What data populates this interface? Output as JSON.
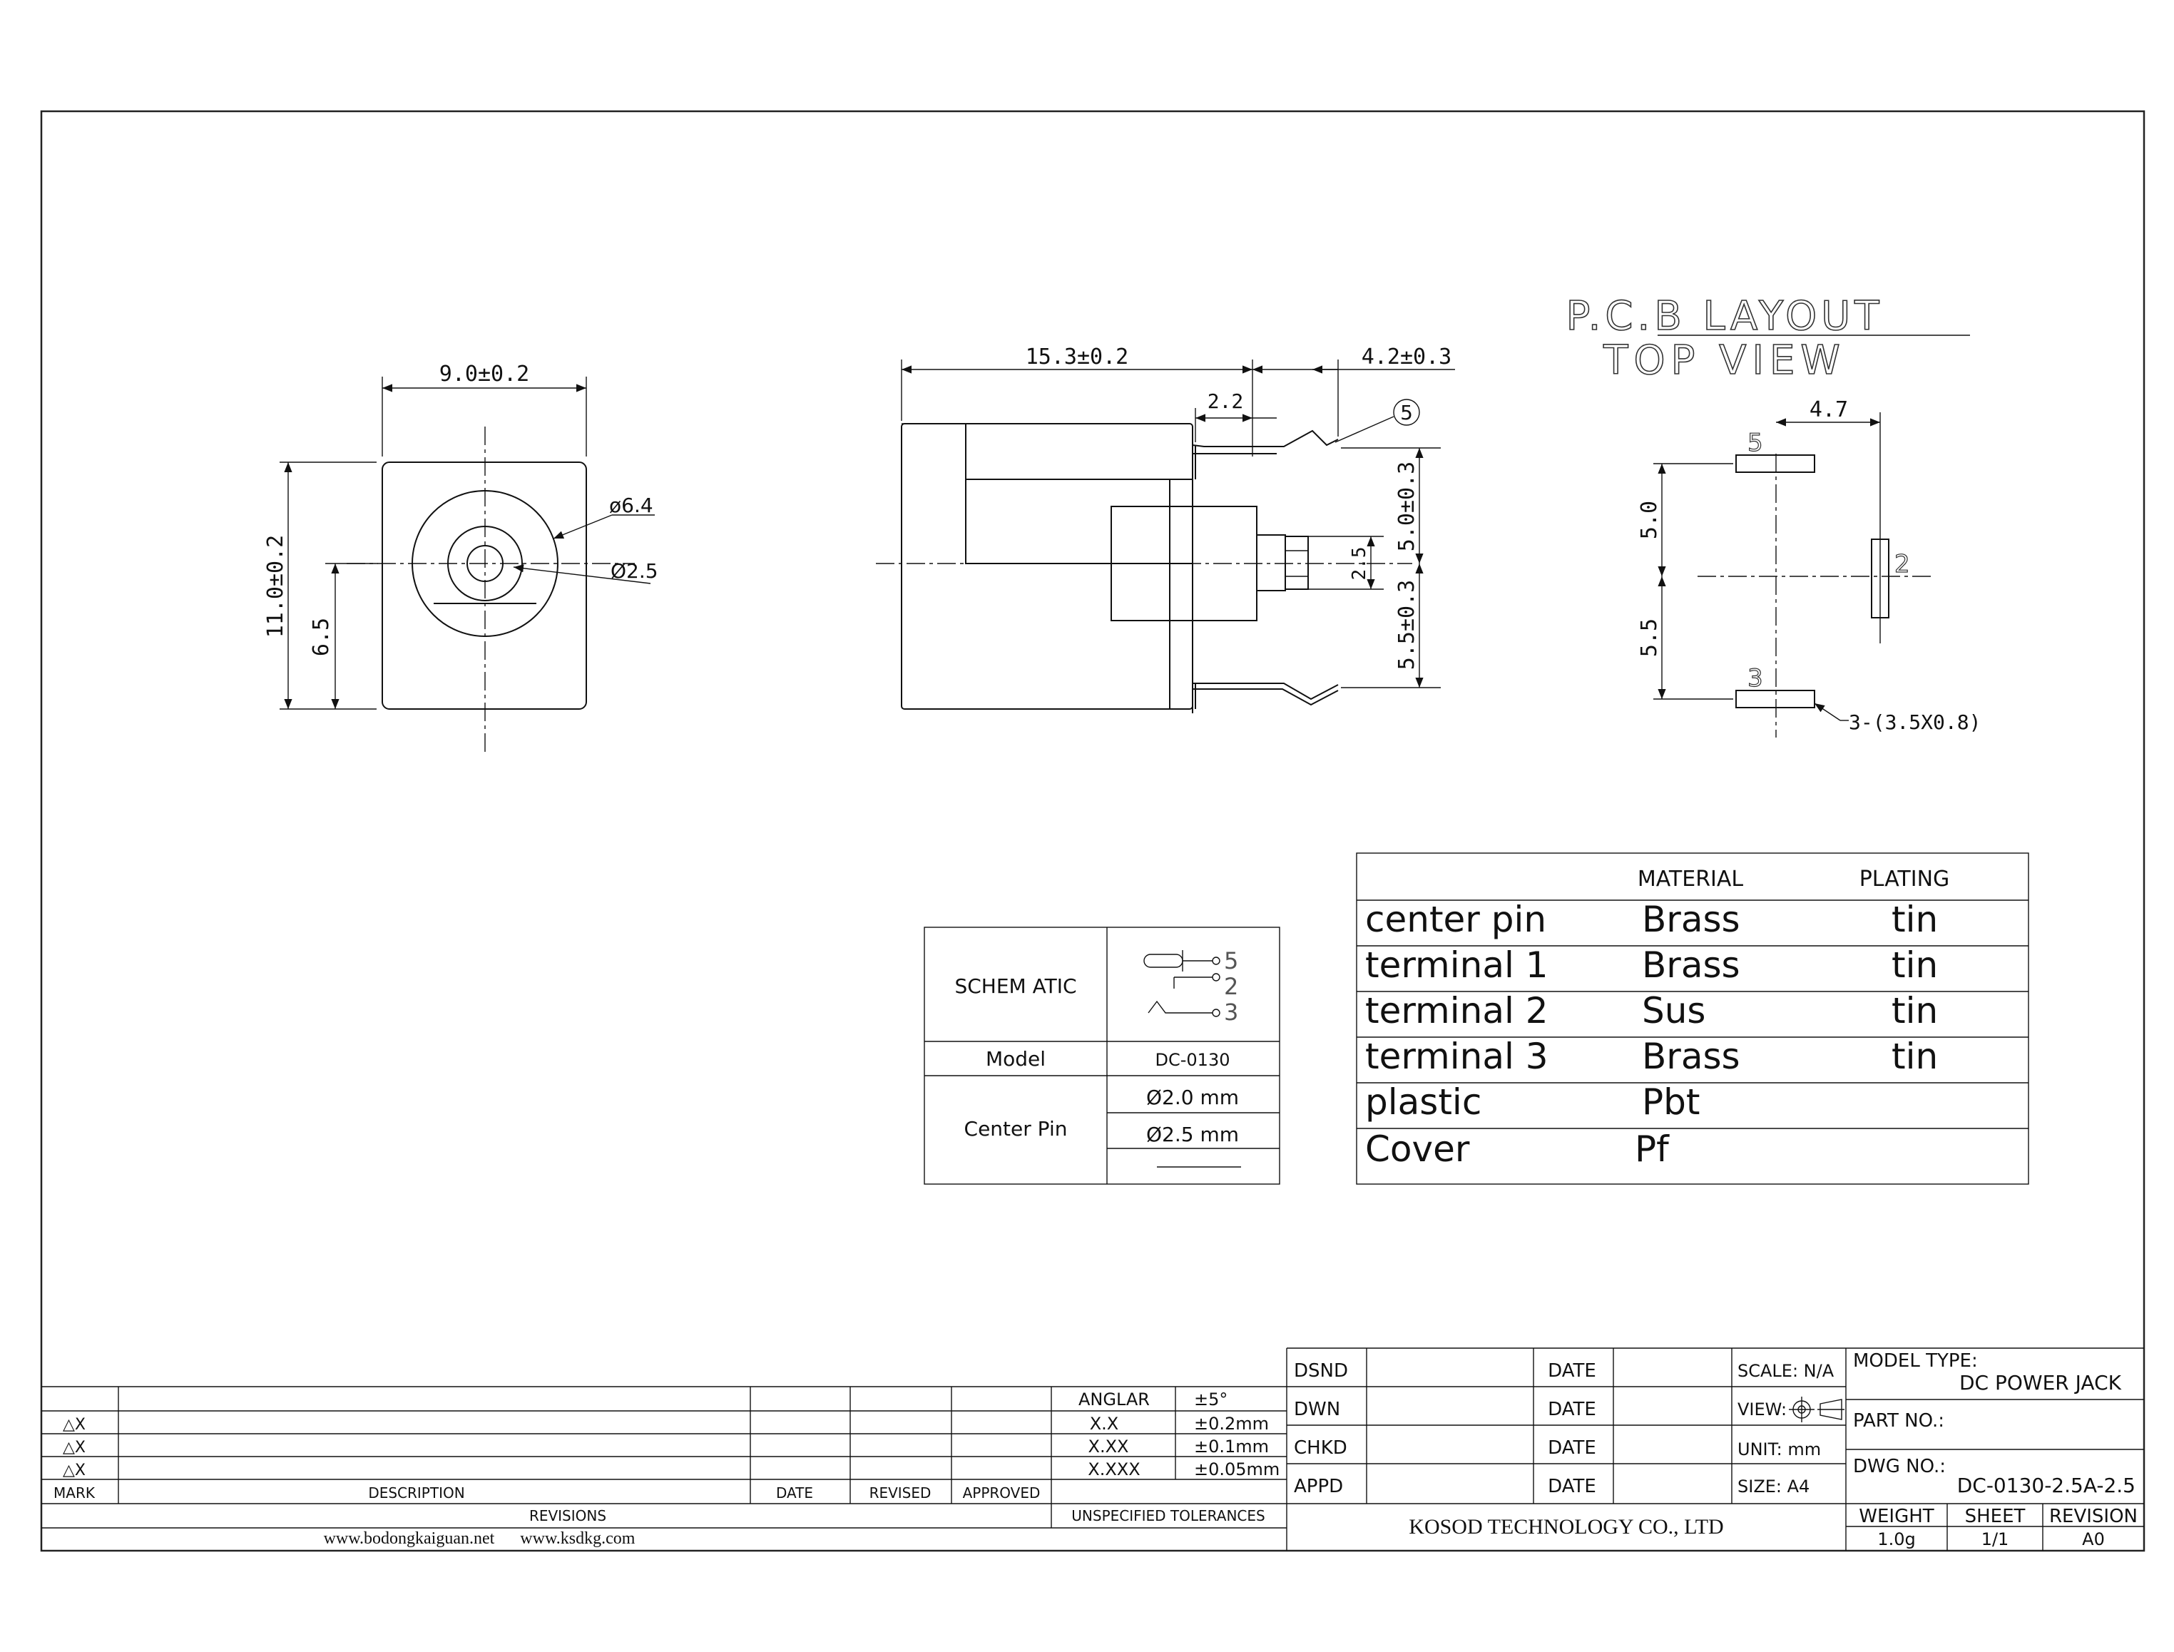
{
  "drawing": {
    "front_view": {
      "width_dim": "9.0±0.2",
      "height_dim": "11.0±0.2",
      "center_height_dim": "6.5",
      "outer_dia": "ø6.4",
      "inner_dia": "Ø2.5"
    },
    "side_view": {
      "length_dim": "15.3±0.2",
      "pin_length_dim": "4.2±0.3",
      "offset_dim": "2.2",
      "pin5_dim": "5.0±0.3",
      "pin3_dim": "5.5±0.3",
      "center_dim": "2.5",
      "callout": "5"
    },
    "pcb": {
      "title": "P.C.B LAYOUT",
      "subtitle": "TOP VIEW",
      "dim_x": "4.7",
      "dim_upper": "5.0",
      "dim_lower": "5.5",
      "pad_top": "5",
      "pad_right": "2",
      "pad_bottom": "3",
      "pad_note": "3-(3.5X0.8)"
    }
  },
  "schematic_table": {
    "schematic_label": "SCHEM ATIC",
    "pins": [
      "5",
      "2",
      "3"
    ],
    "model_label": "Model",
    "model_value": "DC-0130",
    "center_pin_label": "Center Pin",
    "center_pin_options": [
      "Ø2.0 mm",
      "Ø2.5 mm",
      ""
    ]
  },
  "material_table": {
    "headers": [
      "",
      "MATERIAL",
      "PLATING"
    ],
    "rows": [
      {
        "part": "center pin",
        "material": "Brass",
        "plating": "tin"
      },
      {
        "part": "terminal 1",
        "material": "Brass",
        "plating": "tin"
      },
      {
        "part": "terminal 2",
        "material": "Sus",
        "plating": "tin"
      },
      {
        "part": "terminal 3",
        "material": "Brass",
        "plating": "tin"
      },
      {
        "part": "plastic",
        "material": "Pbt",
        "plating": ""
      },
      {
        "part": "Cover",
        "material": "Pf",
        "plating": ""
      }
    ]
  },
  "title_block": {
    "revision_marks": [
      "△X",
      "△X",
      "△X"
    ],
    "col_mark": "MARK",
    "col_description": "DESCRIPTION",
    "col_date": "DATE",
    "col_revised": "REVISED",
    "col_approved": "APPROVED",
    "revisions_label": "REVISIONS",
    "tolerances": [
      {
        "label": "ANGLAR",
        "value": "±5°"
      },
      {
        "label": "X.X",
        "value": "±0.2mm"
      },
      {
        "label": "X.XX",
        "value": "±0.1mm"
      },
      {
        "label": "X.XXX",
        "value": "±0.05mm"
      }
    ],
    "tolerances_label": "UNSPECIFIED TOLERANCES",
    "websites": "www.bodongkaiguan.net      www.ksdkg.com",
    "signoffs": [
      "DSND",
      "DWN",
      "CHKD",
      "APPD"
    ],
    "date_label": "DATE",
    "scale": "SCALE: N/A",
    "view": "VIEW:",
    "unit": "UNIT: mm",
    "size": "SIZE: A4",
    "company": "KOSOD TECHNOLOGY CO., LTD",
    "model_type_label": "MODEL TYPE:",
    "model_type": "DC POWER JACK",
    "part_no_label": "PART NO.:",
    "dwg_no_label": "DWG NO.:",
    "dwg_no": "DC-0130-2.5A-2.5",
    "weight_label": "WEIGHT",
    "weight": "1.0g",
    "sheet_label": "SHEET",
    "sheet": "1/1",
    "revision_label": "REVISION",
    "revision": "A0"
  }
}
